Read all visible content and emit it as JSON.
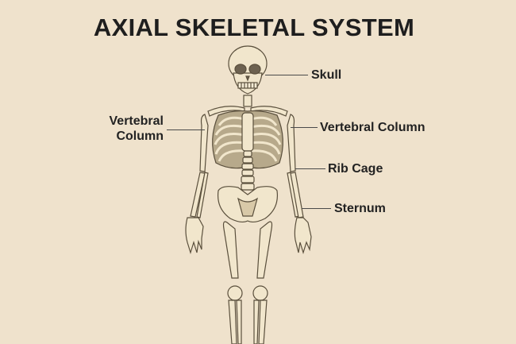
{
  "title": "AXIAL SKELETAL SYSTEM",
  "labels": {
    "skull": "Skull",
    "vertebral_column_left_line1": "Vertebral",
    "vertebral_column_left_line2": "Column",
    "vertebral_column_right": "Vertebral Column",
    "rib_cage": "Rib Cage",
    "sternum": "Sternum"
  },
  "colors": {
    "background": "#efe2cc",
    "bone": "#f1e6cc",
    "bone_outline": "#5a4f3c",
    "bone_shade": "#b7a98b",
    "text": "#222222"
  }
}
